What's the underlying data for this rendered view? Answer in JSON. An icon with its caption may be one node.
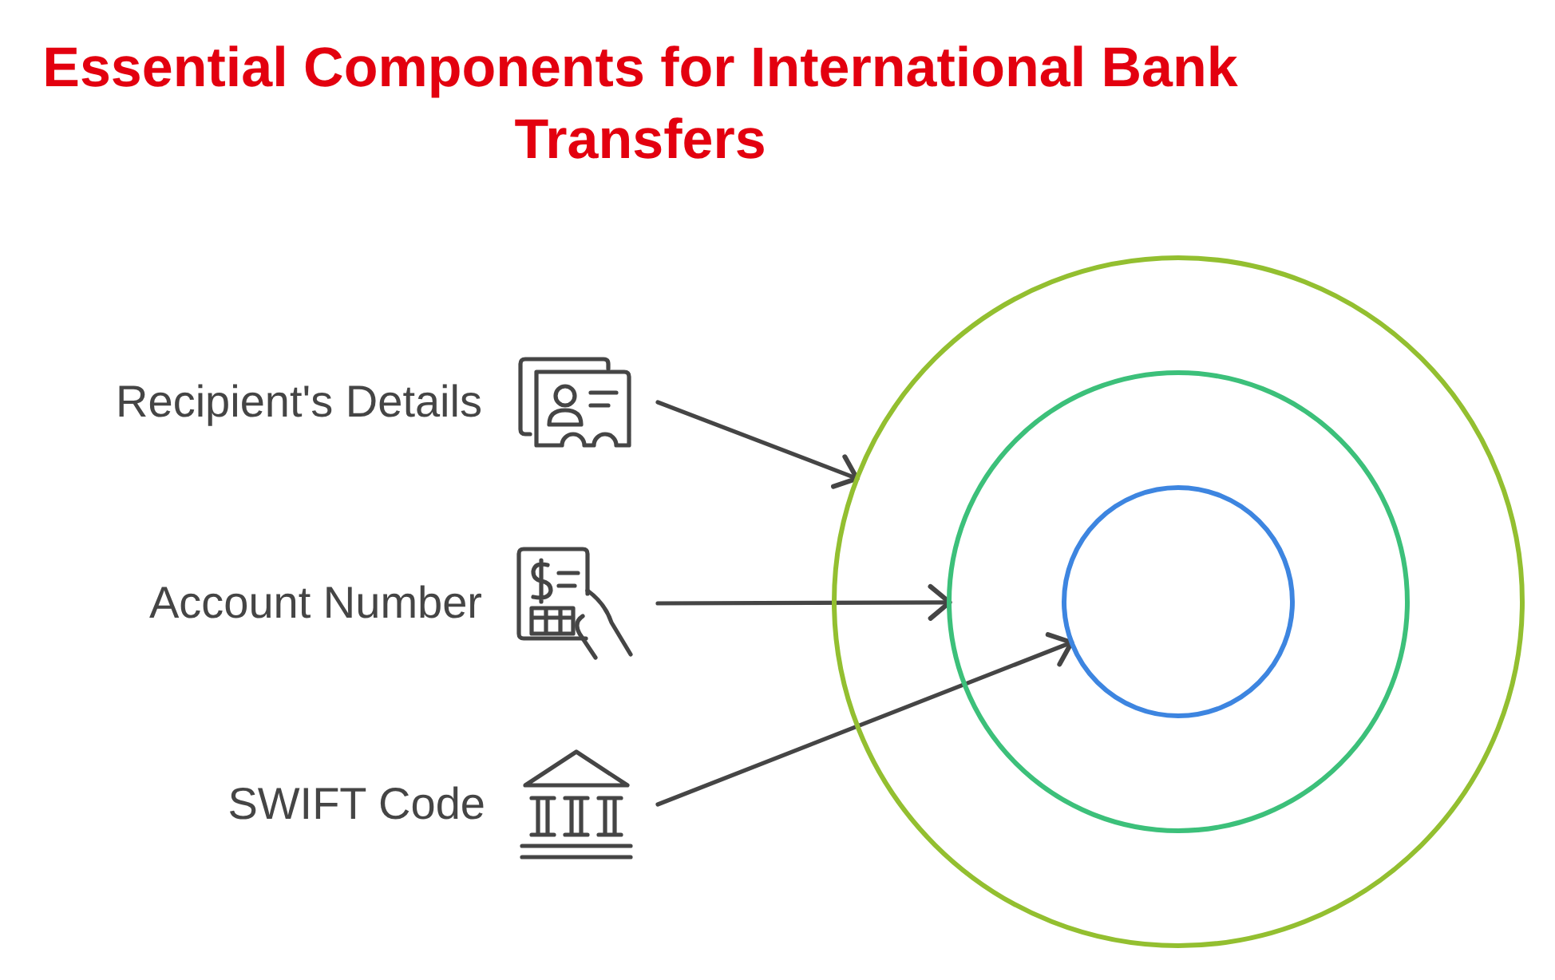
{
  "diagram": {
    "title": "Essential Components for International Bank Transfers",
    "nodes": [
      {
        "text": [
          "Recipient's Details"
        ]
      },
      {
        "text": [
          "Account Number"
        ]
      },
      {
        "text": [
          "SWIFT Code"
        ]
      },
      {
        "text": [],
        "shape": "circle"
      },
      {
        "text": [],
        "shape": "circle",
        "in": 3
      },
      {
        "text": [],
        "shape": "circle",
        "in": 4
      }
    ],
    "edges": [
      {
        "from": 0,
        "to": 3,
        "arrow": "to"
      },
      {
        "from": 1,
        "to": 4,
        "arrow": "to"
      },
      {
        "from": 2,
        "to": 5,
        "arrow": "to"
      }
    ]
  }
}
